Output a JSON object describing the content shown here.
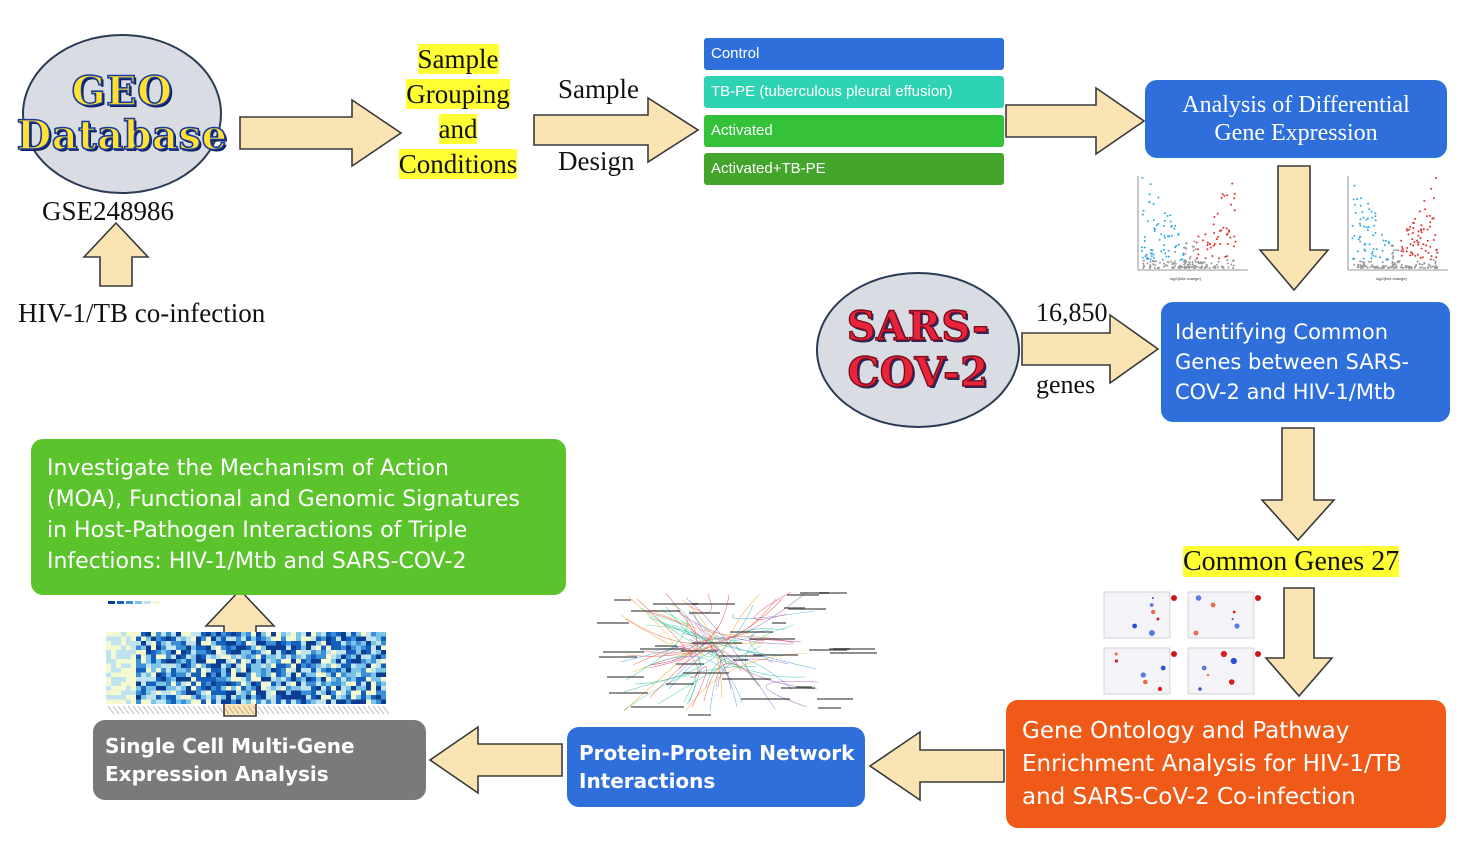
{
  "geo": {
    "title_line1": "GEO",
    "title_line2": "Database",
    "accession": "GSE248986",
    "source_label": "HIV-1/TB co-infection"
  },
  "sample_grouping": {
    "line1": "Sample",
    "line2": "Grouping",
    "line3": "and",
    "line4": "Conditions"
  },
  "sample_design": {
    "line1": "Sample",
    "line2": "Design"
  },
  "groups": [
    {
      "label": "Control",
      "color": "#2f6fdc"
    },
    {
      "label": "TB-PE (tuberculous pleural effusion)",
      "color": "#2ed3b3"
    },
    {
      "label": "Activated",
      "color": "#34c23a"
    },
    {
      "label": "Activated+TB-PE",
      "color": "#44a52c"
    }
  ],
  "dge_box": {
    "line1": "Analysis of Differential",
    "line2": "Gene Expression"
  },
  "sars": {
    "title_line1": "SARS-",
    "title_line2": "COV-2",
    "count": "16,850",
    "count_unit": "genes"
  },
  "common_box": {
    "line1": "Identifying Common",
    "line2": "Genes between SARS-",
    "line3": "COV-2 and HIV-1/Mtb"
  },
  "common_genes": "Common Genes 27",
  "go_box": {
    "line1": "Gene Ontology and Pathway",
    "line2": "Enrichment Analysis for HIV-1/TB",
    "line3": "and SARS-CoV-2 Co-infection"
  },
  "ppi_box": {
    "line1": "Protein-Protein Network",
    "line2": "Interactions"
  },
  "sc_box": {
    "line1": "Single Cell Multi-Gene",
    "line2": "Expression Analysis"
  },
  "moa_box": {
    "line1": "Investigate the Mechanism of Action",
    "line2": "(MOA), Functional and Genomic Signatures",
    "line3": "in Host-Pathogen Interactions of Triple",
    "line4": "Infections: HIV-1/Mtb and SARS-COV-2"
  },
  "colors": {
    "arrow_fill": "#fbe4b3",
    "arrow_stroke": "#3a3a3a",
    "blue_box": "#2f6fdc",
    "orange_box": "#f05a18",
    "green_box": "#5bc42d",
    "gray_box": "#7a7a7a",
    "highlight": "#ffff33"
  },
  "icons": [
    "volcano-plot-thumbnail",
    "enrichment-dotplot-thumbnail",
    "network-graph-thumbnail",
    "heatmap-thumbnail"
  ]
}
